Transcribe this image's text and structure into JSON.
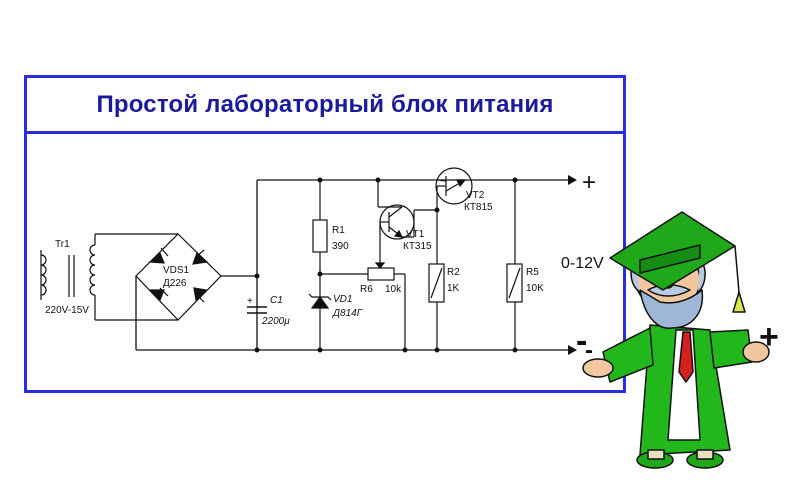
{
  "title": "Простой лабораторный блок питания",
  "transformer": {
    "ref": "Tr1",
    "rating": "220V-15V"
  },
  "bridge": {
    "ref": "VDS1",
    "part": "Д226"
  },
  "capacitor": {
    "ref": "C1",
    "value": "2200μ",
    "polarity": "+"
  },
  "resistor_r1": {
    "ref": "R1",
    "value": "390"
  },
  "zener": {
    "ref": "VD1",
    "part": "Д814Г"
  },
  "pot_r6": {
    "ref": "R6",
    "value": "10k"
  },
  "transistor_vt1": {
    "ref": "VT1",
    "part": "КТ315"
  },
  "transistor_vt2": {
    "ref": "VT2",
    "part": "КТ815"
  },
  "resistor_r2": {
    "ref": "R2",
    "value": "1K"
  },
  "resistor_r5": {
    "ref": "R5",
    "value": "10K"
  },
  "output": {
    "plus": "+",
    "voltage": "0-12V",
    "minus": "-"
  },
  "professor": {
    "plus": "+",
    "minus": "-"
  },
  "colors": {
    "frame_border": "#2b2be0",
    "title_text": "#1a1a9e",
    "wire": "#111111",
    "gown": "#22b81c",
    "cap": "#1fa81a"
  }
}
